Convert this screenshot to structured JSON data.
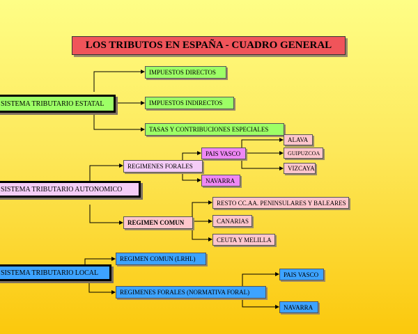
{
  "title": "LOS TRIBUTOS EN ESPAÑA - CUADRO GENERAL",
  "estatal": {
    "root": "SISTEMA TRIBUTARIO ESTATAL",
    "directos": "IMPUESTOS DIRECTOS",
    "indirectos": "IMPUESTOS INDIRECTOS",
    "tasas": "TASAS Y CONTRIBUCIONES ESPECIALES"
  },
  "autonomico": {
    "root": "SISTEMA TRIBUTARIO AUTONOMICO",
    "forales": "REGIMENES FORALES",
    "pais_vasco": "PAIS VASCO",
    "alava": "ALAVA",
    "guipuzcoa": "GUIPUZCOA",
    "vizcaya": "VIZCAYA",
    "navarra": "NAVARRA",
    "comun": "REGIMEN COMUN",
    "resto": "RESTO CC.AA. PENINSULARES Y BALEARES",
    "canarias": "CANARIAS",
    "ceuta": "CEUTA Y MELILLA"
  },
  "local": {
    "root": "SISTEMA TRIBUTARIO LOCAL",
    "comun": "REGIMEN COMUN (LRHL)",
    "forales": "REGIMENES FORALES (NORMATIVA FORAL)",
    "pais_vasco": "PAIS VASCO",
    "navarra": "NAVARRA"
  },
  "colors": {
    "title": "#f0545a",
    "estatal": "#9dff66",
    "autonomico": "#f5cdf7",
    "autonomico_sub": "#ffc6cc",
    "pais_vasco": "#ee88f4",
    "local": "#3da3ff"
  }
}
